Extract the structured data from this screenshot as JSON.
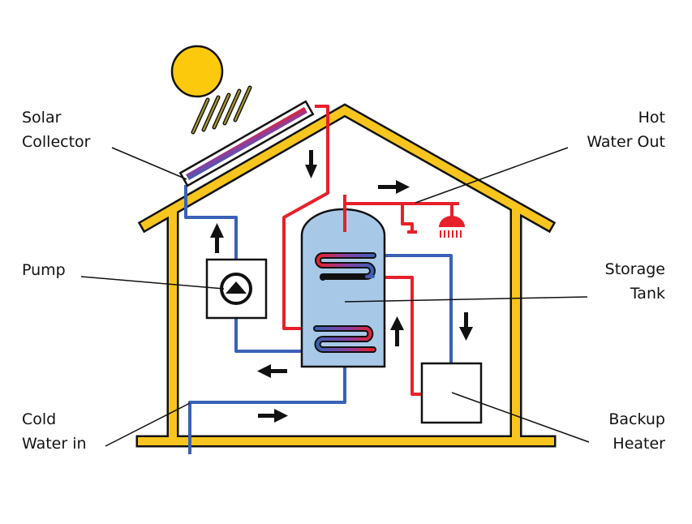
{
  "labels": {
    "solar_collector": [
      "Solar",
      "Collector"
    ],
    "hot_water_out": [
      "Hot",
      "Water Out"
    ],
    "pump": [
      "Pump"
    ],
    "storage_tank": [
      "Storage",
      "Tank"
    ],
    "cold_water_in": [
      "Cold",
      "Water in"
    ],
    "backup_heater": [
      "Backup",
      "Heater"
    ]
  },
  "colors": {
    "house_frame": "#f7c51e",
    "sun": "#fcc90c",
    "hot_pipe": "#e8202a",
    "cold_pipe": "#3a61b6",
    "tank_fill": "#a8c8e8",
    "outline": "#111111",
    "sun_ray": "#a8962c"
  },
  "icons": [
    "sun-icon",
    "pump-icon",
    "shower-head-icon",
    "faucet-icon",
    "flow-arrow-icon"
  ]
}
